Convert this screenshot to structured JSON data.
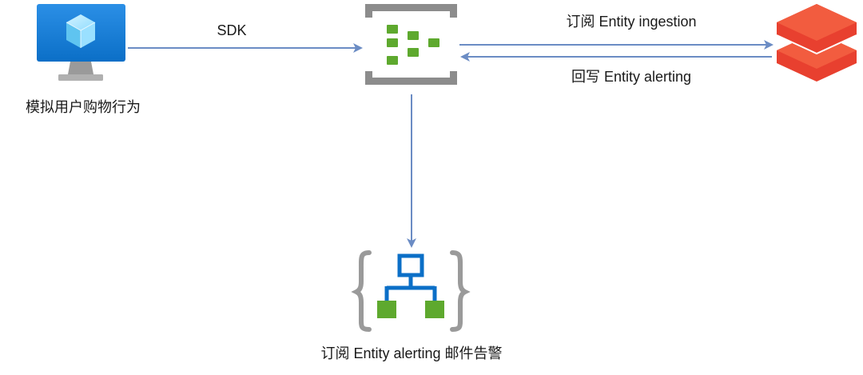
{
  "nodes": {
    "simulator": {
      "label": "模拟用户购物行为",
      "icon": "azure-vm-icon"
    },
    "event_hub": {
      "label": "",
      "icon": "event-hubs-icon"
    },
    "databricks": {
      "label": "",
      "icon": "databricks-icon"
    },
    "logic_app": {
      "label": "订阅 Entity alerting 邮件告警",
      "icon": "logic-app-icon"
    }
  },
  "edges": {
    "sdk": {
      "label": "SDK"
    },
    "subscribe_ingestion": {
      "label": "订阅 Entity ingestion"
    },
    "writeback_alerting": {
      "label": "回写 Entity alerting"
    }
  },
  "colors": {
    "arrow": "#6b8cc4",
    "gray_frame": "#8c8c8c",
    "green": "#5ea92e",
    "blue": "#0b6fc7",
    "red": "#e8402f"
  }
}
